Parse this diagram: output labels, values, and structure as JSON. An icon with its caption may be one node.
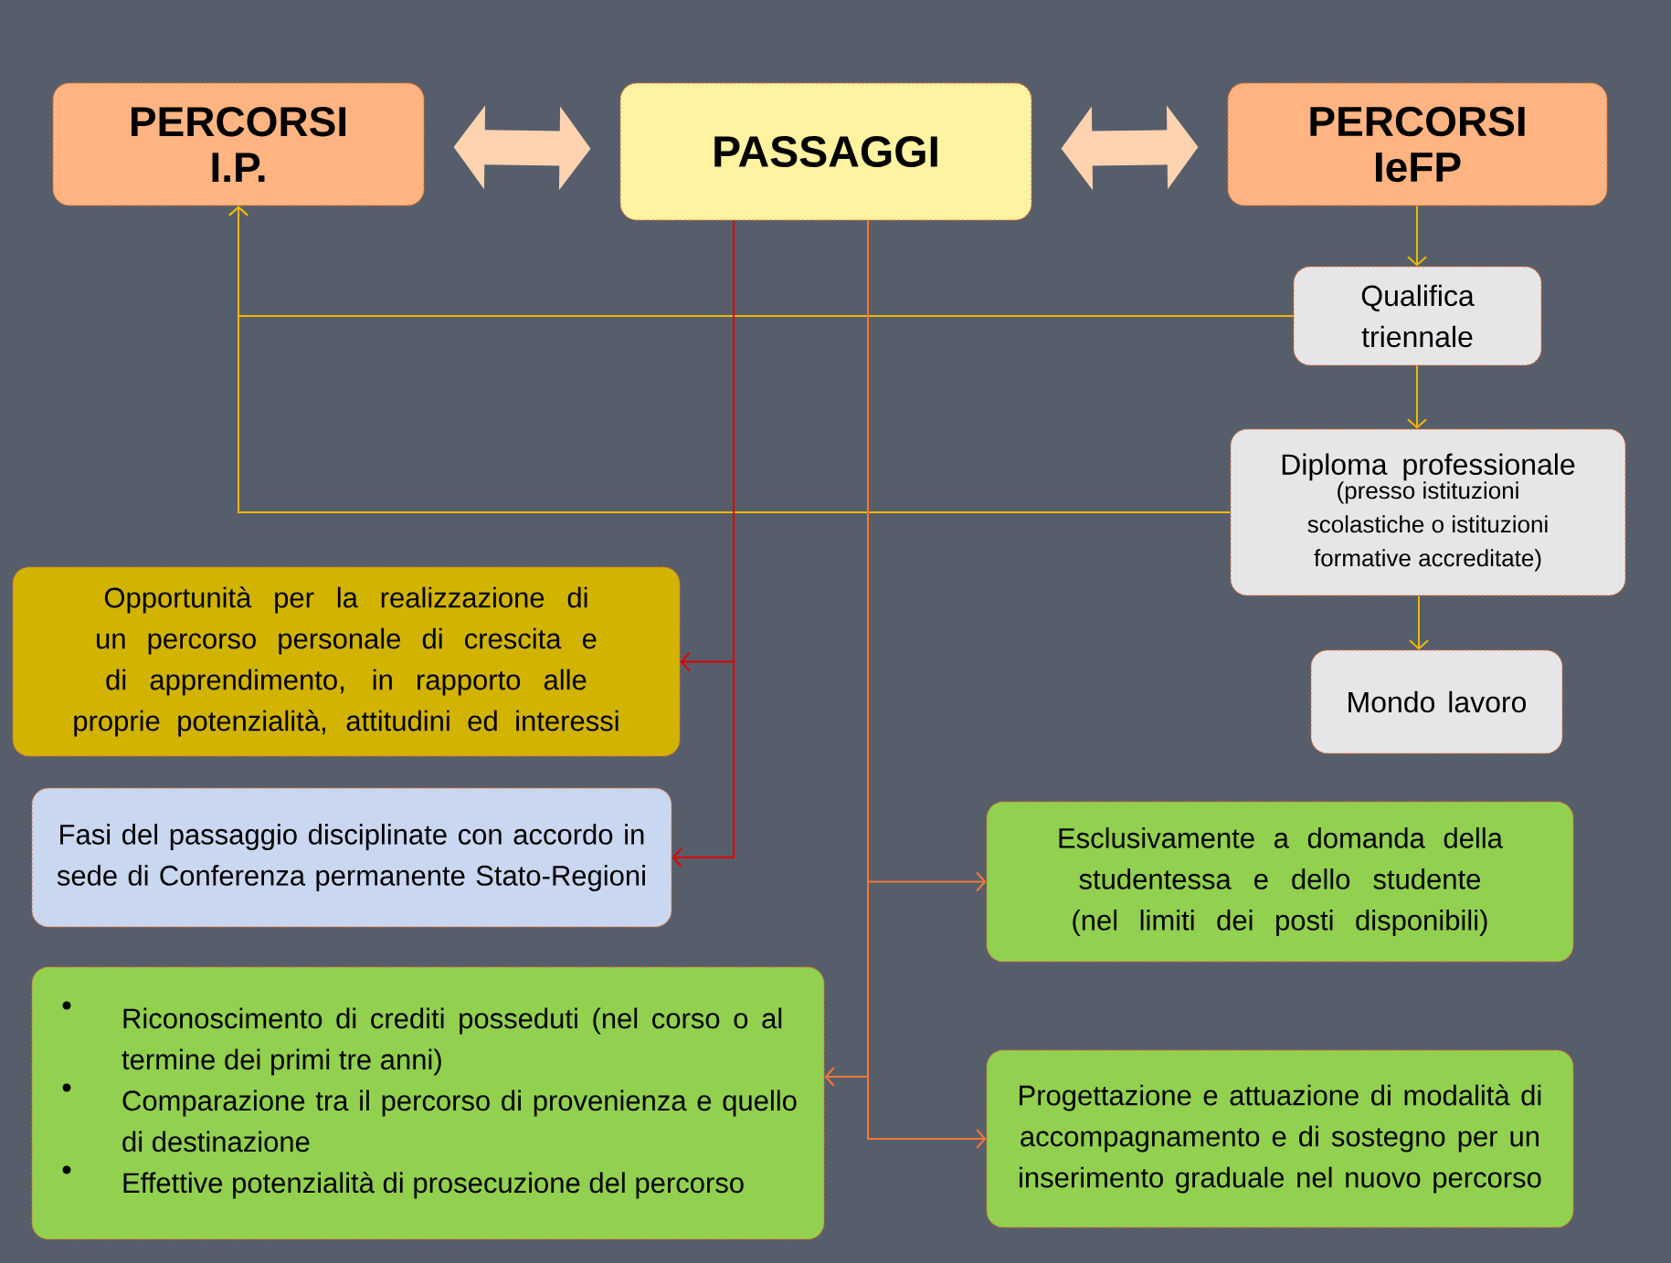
{
  "diagram": {
    "nodes": [
      {
        "text": [
          "PERCORSI I.P."
        ]
      },
      {
        "text": [
          "PASSAGGI"
        ]
      },
      {
        "text": [
          "PERCORSI IeFP"
        ]
      },
      {
        "text": [
          "Qualifica triennale"
        ]
      },
      {
        "text": [
          "Diploma professionale",
          "(presso istituzioni scolastiche o istituzioni formative accreditate)"
        ]
      },
      {
        "text": [
          "Mondo lavoro"
        ]
      },
      {
        "text": [
          "Opportunità per la realizzazione di un percorso personale di crescita e di apprendimento, in rapporto alle proprie potenzialità, attitudini ed interessi"
        ]
      },
      {
        "text": [
          "Fasi del passaggio disciplinate con accordo in sede di Conferenza permanente Stato-Regioni"
        ]
      },
      {
        "text": [
          "Esclusivamente a domanda della studentessa e dello studente (nel limiti dei posti disponibili)"
        ]
      },
      {
        "text": [
          "Riconoscimento di crediti posseduti (nel corso o al termine dei primi tre anni)",
          "Comparazione tra il percorso di provenienza e quello di destinazione",
          "Effettive potenzialità di prosecuzione del percorso"
        ]
      },
      {
        "text": [
          "Progettazione e attuazione di modalità di accompagnamento e di sostegno per un inserimento graduale nel nuovo percorso"
        ]
      }
    ],
    "edges": [
      {
        "from": 0,
        "to": 1,
        "arrow": "both",
        "style": "thick",
        "color": "#ffd3b0"
      },
      {
        "from": 1,
        "to": 2,
        "arrow": "both",
        "style": "thick",
        "color": "#ffd3b0"
      },
      {
        "from": 2,
        "to": 3,
        "arrow": "to"
      },
      {
        "from": 3,
        "to": 4,
        "arrow": "to"
      },
      {
        "from": 4,
        "to": 5,
        "arrow": "to"
      },
      {
        "from": 3,
        "to": 0,
        "arrow": "to"
      },
      {
        "from": 4,
        "to": 0,
        "arrow": "to"
      },
      {
        "from": 1,
        "to": 6,
        "arrow": "to",
        "color": "#e00000"
      },
      {
        "from": 1,
        "to": 7,
        "arrow": "to",
        "color": "#e00000"
      },
      {
        "from": 1,
        "to": 8,
        "arrow": "to",
        "color": "#f07838"
      },
      {
        "from": 1,
        "to": 9,
        "arrow": "to",
        "color": "#f07838"
      },
      {
        "from": 1,
        "to": 10,
        "arrow": "to",
        "color": "#f07838"
      }
    ]
  }
}
